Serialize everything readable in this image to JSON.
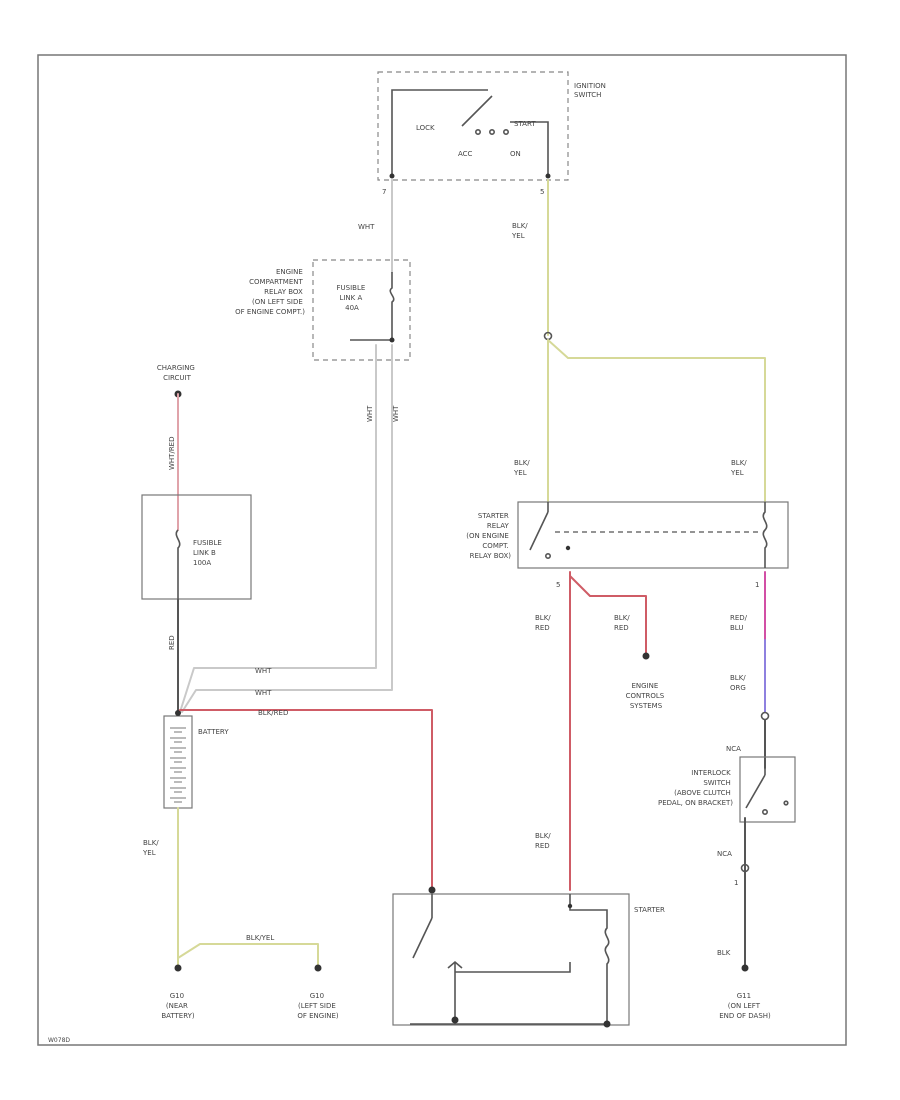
{
  "colors": {
    "wht": "#c9c9c9",
    "blk": "#555555",
    "blk_yel": "#d6d998",
    "blk_red": "#cf5c66",
    "red_blu": "#d24fa5",
    "blu": "#8e80df",
    "wht_red": "#e0a3aa",
    "frame": "#777777"
  },
  "labels": {
    "ignition_switch": [
      "IGNITION",
      "SWITCH"
    ],
    "lock": "LOCK",
    "start": "START",
    "acc": "ACC",
    "on": "ON",
    "pin_7": "7",
    "pin_5": "5",
    "wht": "WHT",
    "blk_yel": [
      "BLK/",
      "YEL"
    ],
    "engine_relay_box": [
      "ENGINE",
      "COMPARTMENT",
      "RELAY BOX",
      "(ON LEFT SIDE",
      "OF ENGINE COMPT.)"
    ],
    "fusible_link_a": [
      "FUSIBLE",
      "LINK A",
      "40A"
    ],
    "charging_circuit": [
      "CHARGING",
      "CIRCUIT"
    ],
    "wht_red": "WHT/RED",
    "fusible_link_b": [
      "FUSIBLE",
      "LINK B",
      "100A"
    ],
    "red": "RED",
    "battery": "BATTERY",
    "blk_red": "BLK/RED",
    "blk_yel_left": [
      "BLK/",
      "YEL"
    ],
    "blk_yel_inline": "BLK/YEL",
    "starter_relay": [
      "STARTER",
      "RELAY",
      "(ON ENGINE",
      "COMPT.",
      "RELAY BOX)"
    ],
    "blk_yel_mid": [
      "BLK/",
      "YEL"
    ],
    "blk_yel_right": [
      "BLK/",
      "YEL"
    ],
    "blk_red_mid1": [
      "BLK/",
      "RED"
    ],
    "blk_red_mid2": [
      "BLK/",
      "RED"
    ],
    "blk_red_mid3": [
      "BLK/",
      "RED"
    ],
    "engine_controls": [
      "ENGINE",
      "CONTROLS",
      "SYSTEMS"
    ],
    "red_blu": [
      "RED/",
      "BLU"
    ],
    "blk_org": [
      "BLK/",
      "ORG"
    ],
    "interlock_switch": [
      "INTERLOCK",
      "SWITCH",
      "(ABOVE CLUTCH",
      "PEDAL, ON BRACKET)"
    ],
    "nca1": "NCA",
    "nca2": "NCA",
    "blk": "BLK",
    "starter": "STARTER",
    "gnd_battery": [
      "G10",
      "(NEAR",
      "BATTERY)"
    ],
    "gnd_engine": [
      "G10",
      "(LEFT SIDE",
      "OF ENGINE)"
    ],
    "gnd_dash": [
      "G11",
      "(ON LEFT",
      "END OF DASH)"
    ],
    "relay_pin_5": "5",
    "relay_pin_1": "1",
    "interlock_pin_1": "1",
    "footer_id": "W078D"
  }
}
